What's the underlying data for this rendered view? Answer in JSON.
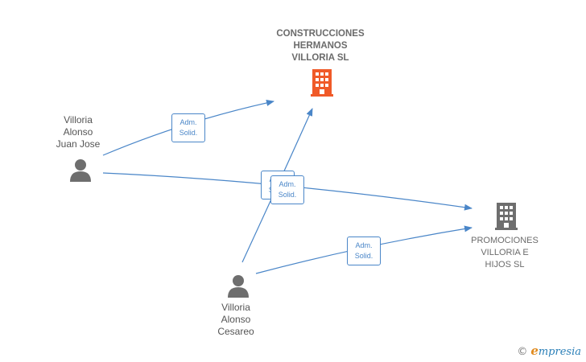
{
  "nodes": {
    "company_main": {
      "lines": [
        "CONSTRUCCIONES",
        "HERMANOS",
        "VILLORIA SL"
      ],
      "color": "#f05a28"
    },
    "company_second": {
      "lines": [
        "PROMOCIONES",
        "VILLORIA E",
        "HIJOS SL"
      ],
      "color": "#6e6e6e"
    },
    "person_juan": {
      "lines": [
        "Villoria",
        "Alonso",
        "Juan Jose"
      ]
    },
    "person_cesareo": {
      "lines": [
        "Villoria",
        "Alonso",
        "Cesareo"
      ]
    }
  },
  "edges": [
    {
      "from": "person_juan",
      "to": "company_main",
      "label": [
        "Adm.",
        "Solid."
      ]
    },
    {
      "from": "person_juan",
      "to": "company_second",
      "label": [
        "Adm.",
        "Solid."
      ]
    },
    {
      "from": "person_cesareo",
      "to": "company_main",
      "label": [
        "Adm.",
        "Solid."
      ]
    },
    {
      "from": "person_cesareo",
      "to": "company_second",
      "label": [
        "Adm.",
        "Solid."
      ]
    }
  ],
  "edge_color": "#4a86c8",
  "person_color": "#6e6e6e",
  "footer": {
    "copyright": "©",
    "brand_initial": "e",
    "brand_rest": "mpresia"
  }
}
